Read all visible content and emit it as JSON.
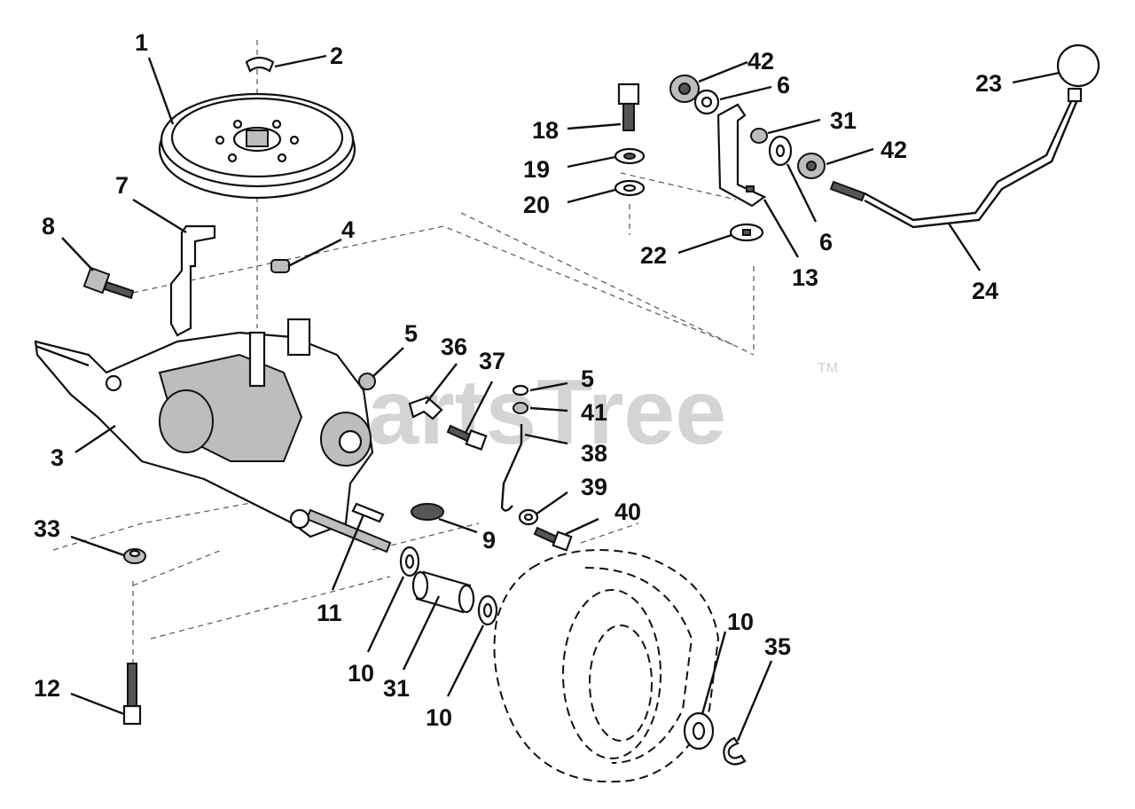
{
  "watermark": {
    "text": "PartsTree",
    "trademark": "TM"
  },
  "callouts": [
    {
      "id": "c1",
      "text": "1"
    },
    {
      "id": "c2",
      "text": "2"
    },
    {
      "id": "c3",
      "text": "3"
    },
    {
      "id": "c4",
      "text": "4"
    },
    {
      "id": "c5a",
      "text": "5"
    },
    {
      "id": "c5b",
      "text": "5"
    },
    {
      "id": "c6a",
      "text": "6"
    },
    {
      "id": "c6b",
      "text": "6"
    },
    {
      "id": "c7",
      "text": "7"
    },
    {
      "id": "c8",
      "text": "8"
    },
    {
      "id": "c9",
      "text": "9"
    },
    {
      "id": "c10a",
      "text": "10"
    },
    {
      "id": "c10b",
      "text": "10"
    },
    {
      "id": "c10c",
      "text": "10"
    },
    {
      "id": "c11",
      "text": "11"
    },
    {
      "id": "c12",
      "text": "12"
    },
    {
      "id": "c13",
      "text": "13"
    },
    {
      "id": "c18",
      "text": "18"
    },
    {
      "id": "c19",
      "text": "19"
    },
    {
      "id": "c20",
      "text": "20"
    },
    {
      "id": "c22",
      "text": "22"
    },
    {
      "id": "c23",
      "text": "23"
    },
    {
      "id": "c24",
      "text": "24"
    },
    {
      "id": "c31a",
      "text": "31"
    },
    {
      "id": "c31b",
      "text": "31"
    },
    {
      "id": "c33",
      "text": "33"
    },
    {
      "id": "c35",
      "text": "35"
    },
    {
      "id": "c36",
      "text": "36"
    },
    {
      "id": "c37",
      "text": "37"
    },
    {
      "id": "c38",
      "text": "38"
    },
    {
      "id": "c39",
      "text": "39"
    },
    {
      "id": "c40",
      "text": "40"
    },
    {
      "id": "c41",
      "text": "41"
    },
    {
      "id": "c42a",
      "text": "42"
    },
    {
      "id": "c42b",
      "text": "42"
    }
  ]
}
